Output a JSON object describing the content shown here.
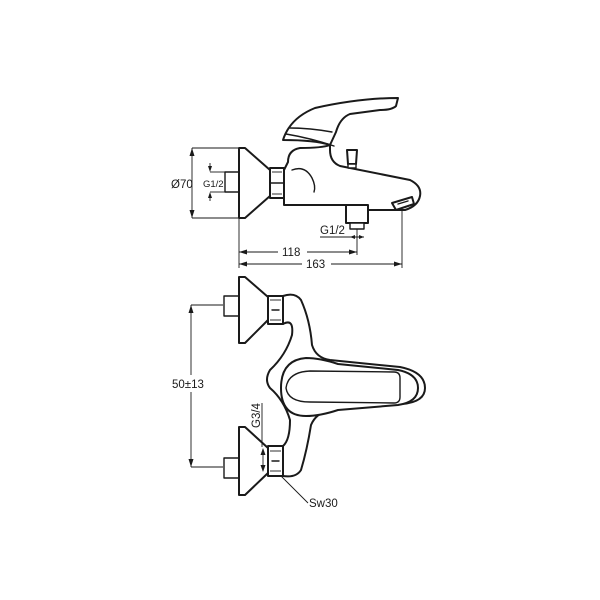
{
  "diagram": {
    "type": "technical-drawing",
    "subject": "single-lever bath mixer (wall-mounted)",
    "line_color": "#1a1a1a",
    "background": "#ffffff"
  },
  "side_view": {
    "labels": {
      "diameter": "Ø70",
      "inlet_thread": "G1/2",
      "shower_outlet_thread": "G1/2",
      "dim_spout_outlet": "118",
      "dim_total_projection": "163"
    }
  },
  "plan_view": {
    "labels": {
      "centre_distance": "50±13",
      "eccentric_thread": "G3/4",
      "nut_wrench_size": "Sw30"
    }
  }
}
